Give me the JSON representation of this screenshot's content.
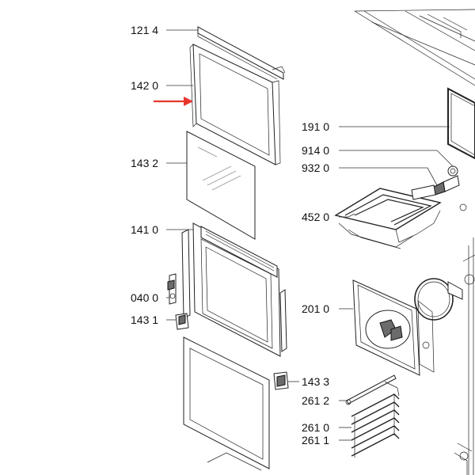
{
  "diagram": {
    "labels": {
      "l1214": "121 4",
      "l1420": "142 0",
      "l1432": "143 2",
      "l1410": "141 0",
      "l0400": "040 0",
      "l1431": "143 1",
      "l1910": "191 0",
      "l9140": "914 0",
      "l9320": "932 0",
      "l4520": "452 0",
      "l2010": "201 0",
      "l1433": "143 3",
      "l2612": "261 2",
      "l2610": "261 0",
      "l2611": "261 1"
    },
    "colors": {
      "arrow": "#e8362f",
      "line": "#222222",
      "dark_part": "#6b6b6b"
    },
    "highlighted_part": "142 0"
  }
}
